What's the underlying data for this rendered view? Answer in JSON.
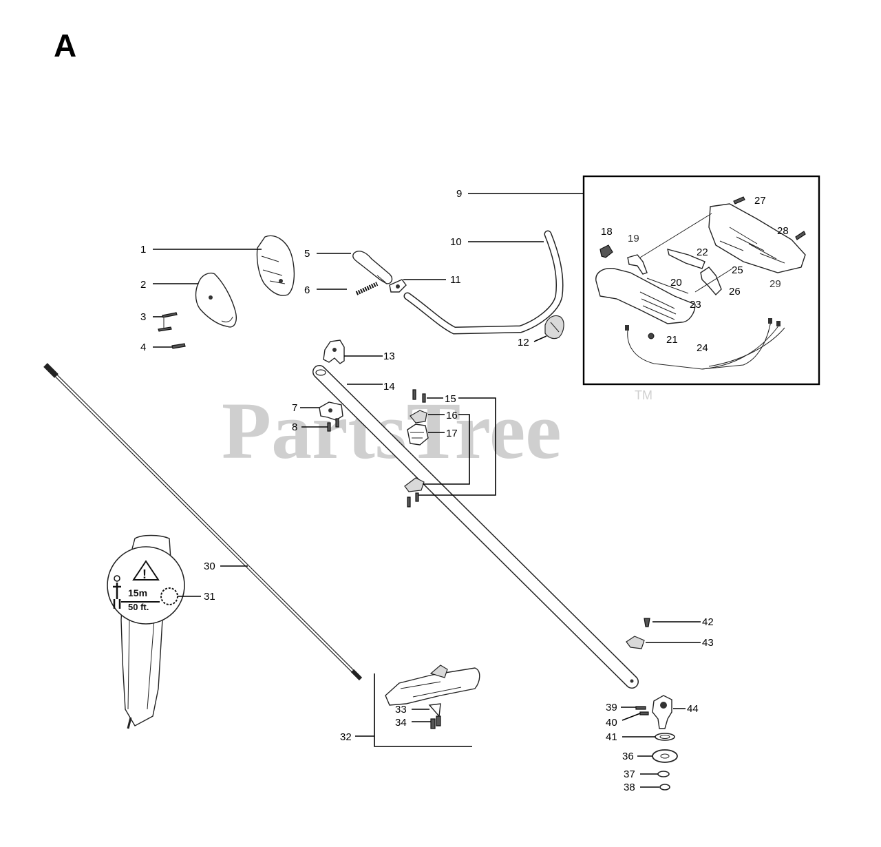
{
  "section_letter": "A",
  "watermark": {
    "text": "PartsTree",
    "tm": "TM"
  },
  "callouts": {
    "c1": "1",
    "c2": "2",
    "c3": "3",
    "c4": "4",
    "c5": "5",
    "c6": "6",
    "c7": "7",
    "c8": "8",
    "c9": "9",
    "c10": "10",
    "c11": "11",
    "c12": "12",
    "c13": "13",
    "c14": "14",
    "c15": "15",
    "c16": "16",
    "c17": "17",
    "c18": "18",
    "c19": "19",
    "c20": "20",
    "c21": "21",
    "c22": "22",
    "c23": "23",
    "c24": "24",
    "c25": "25",
    "c26": "26",
    "c27": "27",
    "c28": "28",
    "c29": "29",
    "c30": "30",
    "c31": "31",
    "c32": "32",
    "c33": "33",
    "c34": "34",
    "c36": "36",
    "c37": "37",
    "c38": "38",
    "c39": "39",
    "c40": "40",
    "c41": "41",
    "c42": "42",
    "c43": "43",
    "c44": "44"
  },
  "decal": {
    "distance_m": "15m",
    "distance_ft": "50 ft."
  }
}
